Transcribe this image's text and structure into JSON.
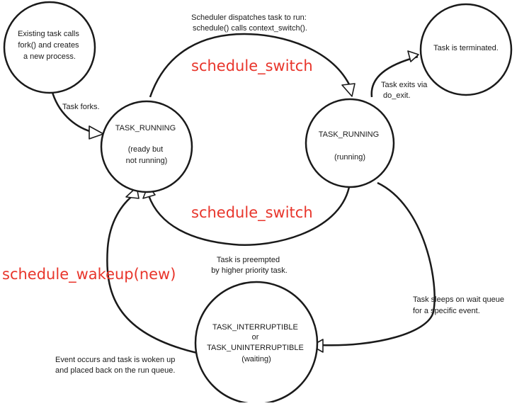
{
  "states": {
    "existing": {
      "lines": [
        "Existing task calls",
        "fork() and creates",
        "a new process."
      ]
    },
    "ready": {
      "lines": [
        "TASK_RUNNING",
        "(ready but",
        "not running)"
      ]
    },
    "running": {
      "lines": [
        "TASK_RUNNING",
        "(running)"
      ]
    },
    "terminated": {
      "lines": [
        "Task is terminated."
      ]
    },
    "waiting": {
      "lines": [
        "TASK_INTERRUPTIBLE",
        "or",
        "TASK_UNINTERRUPTIBLE",
        "(waiting)"
      ]
    }
  },
  "transitions": {
    "fork": {
      "lines": [
        "Task forks."
      ]
    },
    "dispatch": {
      "lines": [
        "Scheduler dispatches task to run:",
        "schedule() calls context_switch()."
      ]
    },
    "exit": {
      "lines": [
        "Task exits via",
        "do_exit."
      ]
    },
    "preempt": {
      "lines": [
        "Task is preempted",
        "by higher priority task."
      ]
    },
    "sleep": {
      "lines": [
        "Task sleeps on wait queue",
        "for a specific event."
      ]
    },
    "wakeup": {
      "lines": [
        "Event occurs and task is woken up",
        "and placed back on the run queue."
      ]
    }
  },
  "annotations": {
    "switch_top": "schedule_switch",
    "switch_bottom": "schedule_switch",
    "wakeup_new": "schedule_wakeup(new)"
  }
}
